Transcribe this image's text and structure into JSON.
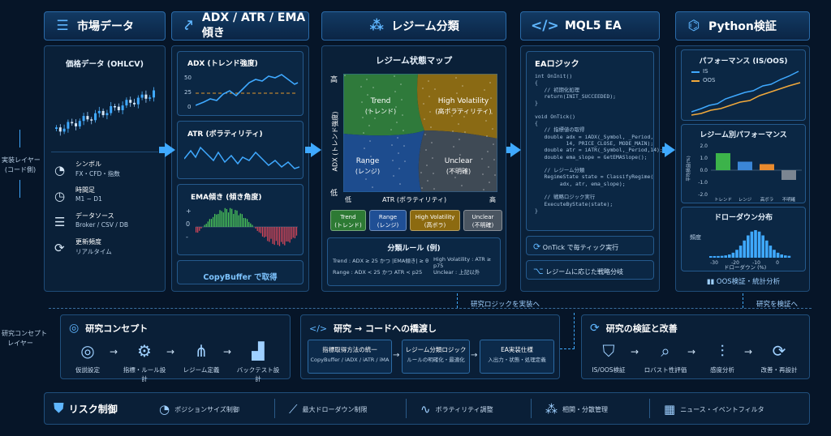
{
  "side_labels": {
    "impl": "実装レイヤー\n(コード側)",
    "research": "研究コンセプト\nレイヤー"
  },
  "headers": {
    "market": "市場データ",
    "indicators": "ADX / ATR / EMA傾き",
    "regime": "レジーム分類",
    "mql5": "MQL5 EA",
    "python": "Python検証"
  },
  "market": {
    "price_title": "価格データ (OHLCV)",
    "items": [
      {
        "label": "シンボル",
        "value": "FX・CFD・指数",
        "icon": "pie-icon"
      },
      {
        "label": "時間足",
        "value": "M1 ~ D1",
        "icon": "clock-icon"
      },
      {
        "label": "データソース",
        "value": "Broker / CSV / DB",
        "icon": "database-icon"
      },
      {
        "label": "更新頻度",
        "value": "リアルタイム",
        "icon": "refresh-icon"
      }
    ]
  },
  "indicators": {
    "adx_title": "ADX (トレンド強度)",
    "adx_ticks": [
      "50",
      "25",
      "0"
    ],
    "atr_title": "ATR (ボラティリティ)",
    "ema_title": "EMA傾き (傾き角度)",
    "ema_ticks": [
      "+",
      "0",
      "-"
    ],
    "copybuffer": "CopyBuffer で取得"
  },
  "regime": {
    "map_title": "レジーム状態マップ",
    "y_high": "高",
    "y_low": "低",
    "y_label": "ADX (トレンド強度)",
    "x_low": "低",
    "x_high": "高",
    "x_label": "ATR (ボラティリティ)",
    "quadrants": [
      {
        "name": "Trend",
        "jp": "(トレンド)",
        "color": "#2f7a3b"
      },
      {
        "name": "High Volatility",
        "jp": "(高ボラティリティ)",
        "color": "#8a6a14"
      },
      {
        "name": "Range",
        "jp": "(レンジ)",
        "color": "#1d4c8e"
      },
      {
        "name": "Unclear",
        "jp": "(不明確)",
        "color": "#3f4a55"
      }
    ],
    "legend": [
      {
        "name": "Trend",
        "jp": "(トレンド)",
        "color": "#2d7a34"
      },
      {
        "name": "Range",
        "jp": "(レンジ)",
        "color": "#1f4f95"
      },
      {
        "name": "High Volatility",
        "jp": "(高ボラ)",
        "color": "#8c6a10"
      },
      {
        "name": "Unclear",
        "jp": "(不明確)",
        "color": "#4a5561"
      }
    ],
    "rules_title": "分類ルール (例)",
    "rules": [
      "Trend : ADX ≥ 25 かつ |EMA傾き| ≥ θ",
      "Range : ADX < 25 かつ ATR < p25",
      "High Volatility : ATR ≥ p75",
      "Unclear : 上記以外"
    ]
  },
  "mql5": {
    "title": "EAロジック",
    "code": "int OnInit()\n{\n   // 初期化処理\n   return(INIT_SUCCEEDED);\n}\n\nvoid OnTick()\n{\n   // 指標値の取得\n   double adx = iADX(_Symbol, _Period,\n          14, PRICE_CLOSE, MODE_MAIN);\n   double atr = iATR(_Symbol,_Period,14);\n   double ema_slope = GetEMASlope();\n\n   // レジーム分類\n   RegimeState state = ClassifyRegime(\n        adx, atr, ema_slope);\n\n   // 戦略ロジック実行\n   ExecuteByState(state);\n}",
    "ontick": "OnTick で毎ティック実行",
    "strategy": "レジームに応じた戦略分岐"
  },
  "python": {
    "perf_title": "パフォーマンス (IS/OOS)",
    "is": "IS",
    "oos": "OOS",
    "regime_perf_title": "レジーム別パフォーマンス",
    "dd_title": "ドローダウン分布",
    "ylabel_regime": "平均損益(%)",
    "ylabel_dd": "頻度",
    "xlabel_dd": "ドローダウン (%)",
    "footer": "OOS検証・統計分析"
  },
  "chart_data": [
    {
      "type": "bar",
      "title": "レジーム別パフォーマンス",
      "ylabel": "平均損益(%)",
      "categories": [
        "トレンド",
        "レンジ",
        "高ボラ",
        "不明確"
      ],
      "values": [
        1.4,
        0.7,
        0.5,
        -0.8
      ],
      "ylim": [
        -2.0,
        2.0
      ],
      "ticks": [
        "2.0",
        "1.0",
        "0.0",
        "-1.0",
        "-2.0"
      ],
      "colors": [
        "#3cb34a",
        "#3b86d6",
        "#e88a2e",
        "#7b8591"
      ]
    },
    {
      "type": "bar",
      "title": "ドローダウン分布",
      "ylabel": "頻度",
      "xlabel": "ドローダウン (%)",
      "categories": [
        "-30",
        "-20",
        "-10",
        "0"
      ],
      "ticks": [
        "-30",
        "-20",
        "-10",
        "0"
      ]
    },
    {
      "type": "line",
      "title": "パフォーマンス (IS/OOS)",
      "series": [
        {
          "name": "IS"
        },
        {
          "name": "OOS"
        }
      ]
    }
  ],
  "links": {
    "to_impl": "研究ロジックを実装へ",
    "to_verify": "研究を検証へ"
  },
  "concept": {
    "title": "研究コンセプト",
    "steps": [
      {
        "label": "仮説設定",
        "icon": "target-icon"
      },
      {
        "label": "指標・ルール設計",
        "icon": "gear-icon"
      },
      {
        "label": "レジーム定義",
        "icon": "hierarchy-icon"
      },
      {
        "label": "バックテスト設計",
        "icon": "chart-icon"
      }
    ]
  },
  "bridge": {
    "title": "研究 → コードへの橋渡し",
    "boxes": [
      {
        "title": "指標取得方法の統一",
        "sub": "CopyBuffer / iADX / iATR / iMA"
      },
      {
        "title": "レジーム分類ロジック",
        "sub": "ルールの明確化・最適化"
      },
      {
        "title": "EA実装仕様",
        "sub": "入出力・状態・処理定義"
      }
    ]
  },
  "verify": {
    "title": "研究の検証と改善",
    "steps": [
      {
        "label": "IS/OOS検証",
        "icon": "shield-icon"
      },
      {
        "label": "ロバスト性評価",
        "icon": "magnifier-icon"
      },
      {
        "label": "感度分析",
        "icon": "sliders-icon"
      },
      {
        "label": "改善・再設計",
        "icon": "refresh-icon"
      }
    ]
  },
  "risk": {
    "title": "リスク制御",
    "items": [
      {
        "label": "ポジションサイズ制御",
        "icon": "pie-icon"
      },
      {
        "label": "最大ドローダウン制限",
        "icon": "line-chart-icon"
      },
      {
        "label": "ボラティリティ調整",
        "icon": "pulse-icon"
      },
      {
        "label": "相関・分散管理",
        "icon": "network-icon"
      },
      {
        "label": "ニュース・イベントフィルタ",
        "icon": "calendar-icon"
      }
    ]
  }
}
